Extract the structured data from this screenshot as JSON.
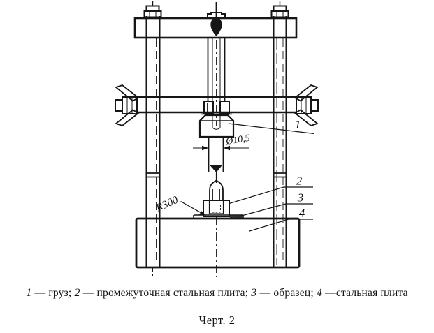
{
  "drawing": {
    "dim_diameter": "Ø10,5",
    "dim_radius": "R300",
    "part_labels": {
      "p1": "1",
      "p2": "2",
      "p3": "3",
      "p4": "4"
    },
    "line_color": "#161616"
  },
  "caption": {
    "items": [
      {
        "num": "1",
        "label": " — груз; "
      },
      {
        "num": "2",
        "label": " — промежуточная стальная плита; "
      },
      {
        "num": "3",
        "label": " — образец; "
      },
      {
        "num": "4",
        "label": " —стальная плита"
      }
    ]
  },
  "figure_label": "Черт. 2"
}
